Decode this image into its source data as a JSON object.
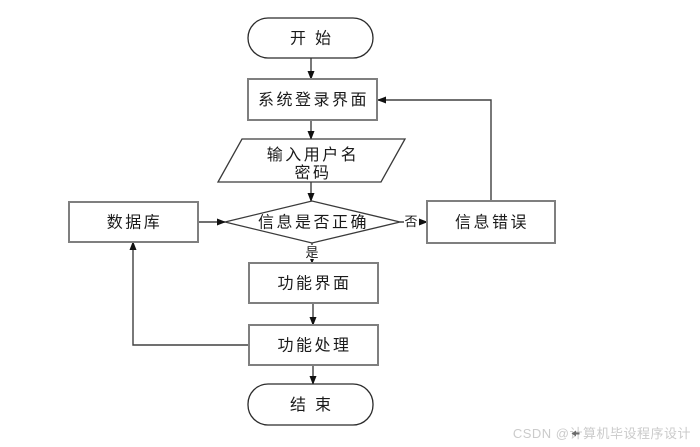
{
  "diagram": {
    "nodes": {
      "start": {
        "shape": "terminator",
        "label": "开始"
      },
      "login": {
        "shape": "process",
        "label": "系统登录界面"
      },
      "input": {
        "shape": "io",
        "label_line1": "输入用户名",
        "label_line2": "密码"
      },
      "decision": {
        "shape": "decision",
        "label": "信息是否正确"
      },
      "database": {
        "shape": "process",
        "label": "数据库"
      },
      "error": {
        "shape": "process",
        "label": "信息错误"
      },
      "function_ui": {
        "shape": "process",
        "label": "功能界面"
      },
      "function_process": {
        "shape": "process",
        "label": "功能处理"
      },
      "end": {
        "shape": "terminator",
        "label": "结束"
      }
    },
    "edge_labels": {
      "yes": "是",
      "no": "否"
    }
  },
  "watermark": {
    "text": "CSDN @计算机毕设程序设计"
  },
  "colors": {
    "process_border": "#7f7f7f",
    "shape_stroke": "#2b2b2b",
    "connector": "#404040",
    "text": "#1a1a1a",
    "watermark": "#cbcbcb",
    "background": "#ffffff"
  }
}
